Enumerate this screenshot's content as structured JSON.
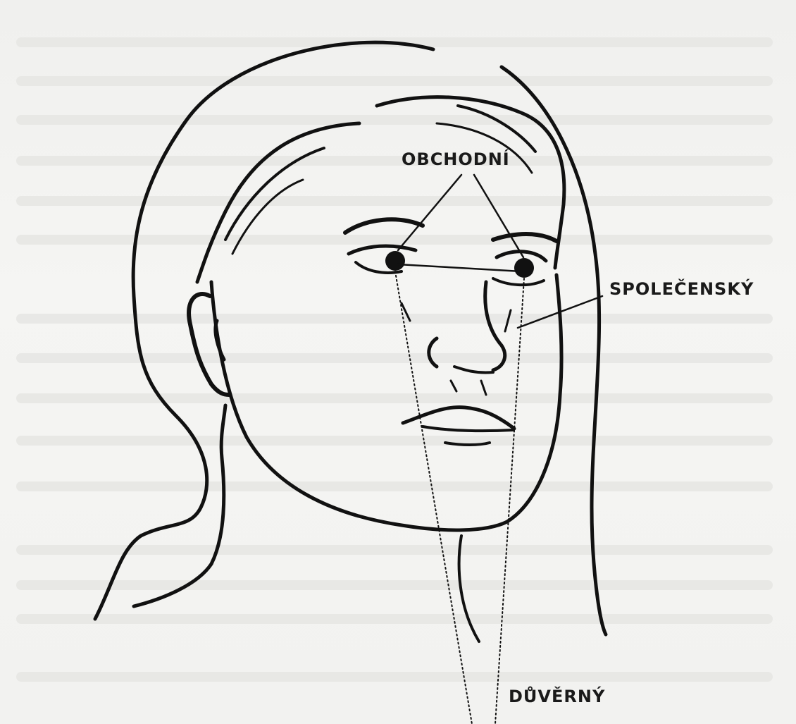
{
  "labels": {
    "business": "OBCHODNÍ",
    "social": "SPOLEČENSKÝ",
    "intimate": "DŮVĚRNÝ"
  },
  "colors": {
    "ink": "#111111",
    "paper": "#f3f3f1"
  }
}
